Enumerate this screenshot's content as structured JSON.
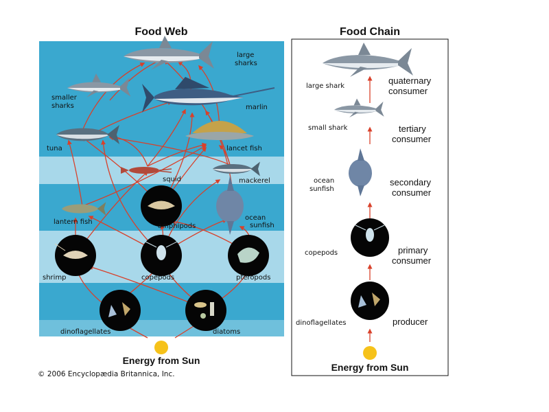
{
  "colors": {
    "water_dark": "#3aa8cf",
    "water_light": "#a8d8ea",
    "arrow": "#d8402a",
    "sun": "#f6c21a",
    "chain_border": "#111111"
  },
  "web": {
    "title": "Food Web",
    "labels": {
      "large_sharks_1": "large",
      "large_sharks_2": "sharks",
      "smaller_sharks_1": "smaller",
      "smaller_sharks_2": "sharks",
      "marlin": "marlin",
      "tuna": "tuna",
      "lancet_fish": "lancet fish",
      "squid": "squid",
      "mackerel": "mackerel",
      "lantern_fish": "lantern fish",
      "amphipods": "amphipods",
      "ocean_sunfish_1": "ocean",
      "ocean_sunfish_2": "sunfish",
      "shrimp": "shrimp",
      "copepods": "copepods",
      "pteropods": "pteropods",
      "dinoflagellates": "dinoflagellates",
      "diatoms": "diatoms"
    },
    "energy": "Energy from Sun",
    "copyright": "© 2006 Encyclopædia Britannica, Inc."
  },
  "chain": {
    "title": "Food Chain",
    "labels": {
      "large_shark": "large shark",
      "quaternary_1": "quaternary",
      "quaternary_2": "consumer",
      "small_shark": "small shark",
      "tertiary_1": "tertiary",
      "tertiary_2": "consumer",
      "ocean_1": "ocean",
      "ocean_2": "sunfish",
      "secondary_1": "secondary",
      "secondary_2": "consumer",
      "copepods": "copepods",
      "primary_1": "primary",
      "primary_2": "consumer",
      "dinoflagellates": "dinoflagellates",
      "producer": "producer"
    },
    "energy": "Energy from Sun"
  }
}
